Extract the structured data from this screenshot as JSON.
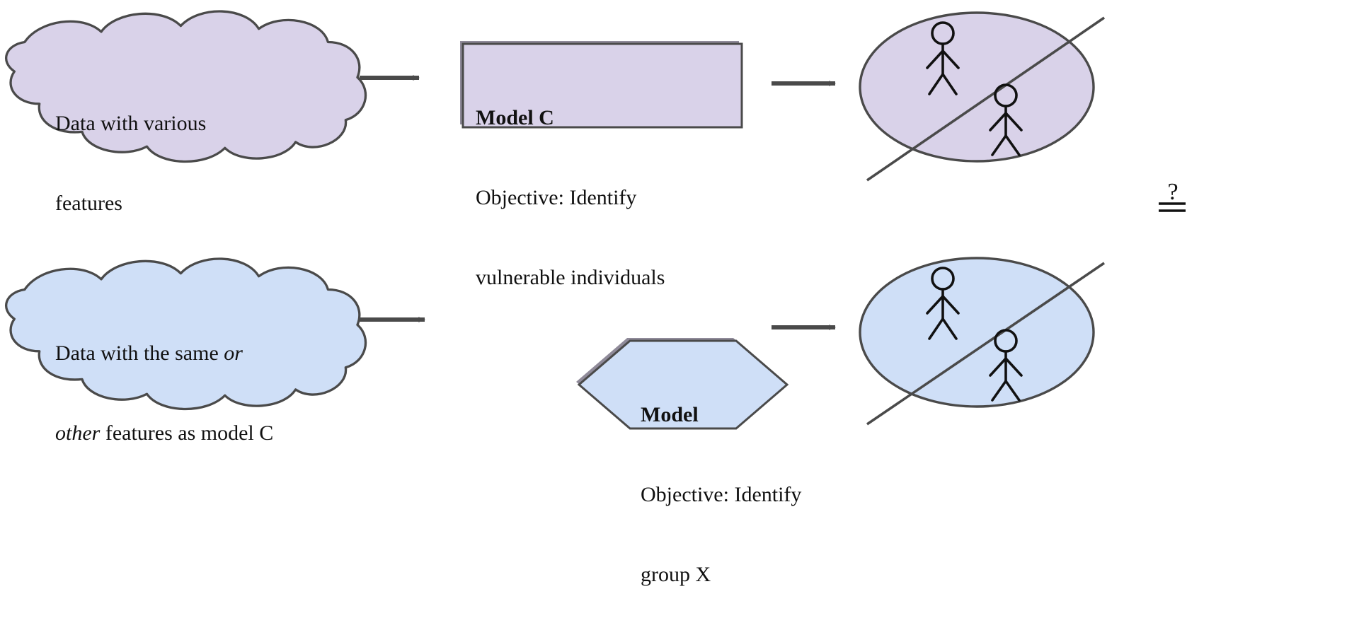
{
  "figure": {
    "type": "flow-diagram",
    "background_color": "#ffffff",
    "rows": [
      {
        "id": "row-model-c",
        "accent_color": "#d9d2e9",
        "stroke_color": "#4a4a4a",
        "data_cloud": {
          "line1": "Data with various",
          "line2": "features"
        },
        "model_shape": "rectangle",
        "model": {
          "title": "Model C",
          "line2": "Objective: Identify",
          "line3": "vulnerable individuals"
        },
        "outcome": {
          "shape": "ellipse",
          "people_count": 2,
          "divider": "diagonal-decision-boundary"
        }
      },
      {
        "id": "row-model-x",
        "accent_color": "#cfdff7",
        "stroke_color": "#4a4a4a",
        "data_cloud": {
          "line1_a": "Data with the same ",
          "line1_b": "or",
          "line2_a": "other",
          "line2_b": " features as model C"
        },
        "model_shape": "hexagon",
        "model": {
          "title": "Model",
          "line2": "Objective: Identify",
          "line3": "group X"
        },
        "outcome": {
          "shape": "ellipse",
          "people_count": 2,
          "divider": "diagonal-decision-boundary"
        }
      }
    ],
    "comparison_symbol": {
      "question_mark": "?",
      "relation": "=",
      "meaning": "is-it-equal"
    },
    "arrows": {
      "count": 4,
      "color": "#4a4a4a",
      "direction": "right"
    }
  }
}
